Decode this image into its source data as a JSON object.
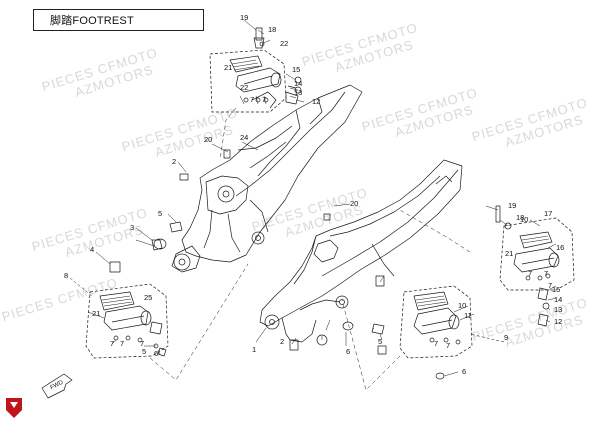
{
  "title": "脚踏FOOTREST",
  "watermark": {
    "line1": "PIECES CFMOTO",
    "line2": "AZMOTORS"
  },
  "fwd_label": "FWD",
  "callouts": [
    "1",
    "2",
    "3",
    "4",
    "5",
    "6",
    "7",
    "8",
    "9",
    "10",
    "11",
    "12",
    "13",
    "14",
    "15",
    "16",
    "17",
    "18",
    "19",
    "20",
    "21",
    "22",
    "23",
    "24",
    "25"
  ],
  "colors": {
    "line": "#1a1a1a",
    "watermark": "#d8d8d8",
    "logo": "#c0141c"
  },
  "icons": {
    "logo": "cfmoto-shield-logo",
    "fwd": "fwd-arrow-icon"
  }
}
